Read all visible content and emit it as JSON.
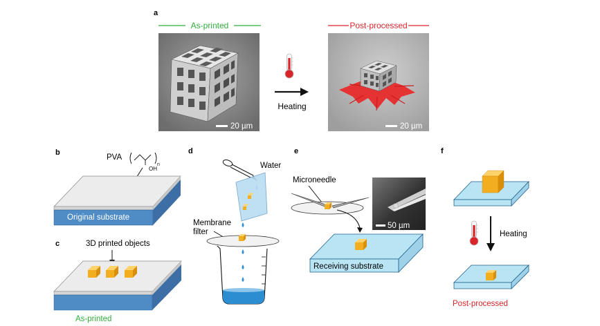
{
  "panels": {
    "a": "a",
    "b": "b",
    "c": "c",
    "d": "d",
    "e": "e",
    "f": "f"
  },
  "panel_a": {
    "as_printed": "As-printed",
    "post_processed": "Post-processed",
    "heating": "Heating",
    "scale_left": "20 µm",
    "scale_right": "20 µm"
  },
  "panel_b": {
    "pva": "PVA",
    "oh": "OH",
    "substrate": "Original substrate"
  },
  "panel_c": {
    "objects": "3D printed objects",
    "caption": "As-printed"
  },
  "panel_d": {
    "water": "Water",
    "membrane_1": "Membrane",
    "membrane_2": "filter"
  },
  "panel_e": {
    "microneedle": "Microneedle",
    "scale": "50 µm",
    "substrate": "Receiving substrate"
  },
  "panel_f": {
    "heating": "Heating",
    "caption": "Post-processed"
  },
  "colors": {
    "green": "#2fae3a",
    "red": "#d9252a",
    "substrate_blue": "#4f8cc6",
    "receiving_blue": "#b9e4f4",
    "cube_orange": "#f3ae1f",
    "water_blue": "#2d8dd1"
  }
}
